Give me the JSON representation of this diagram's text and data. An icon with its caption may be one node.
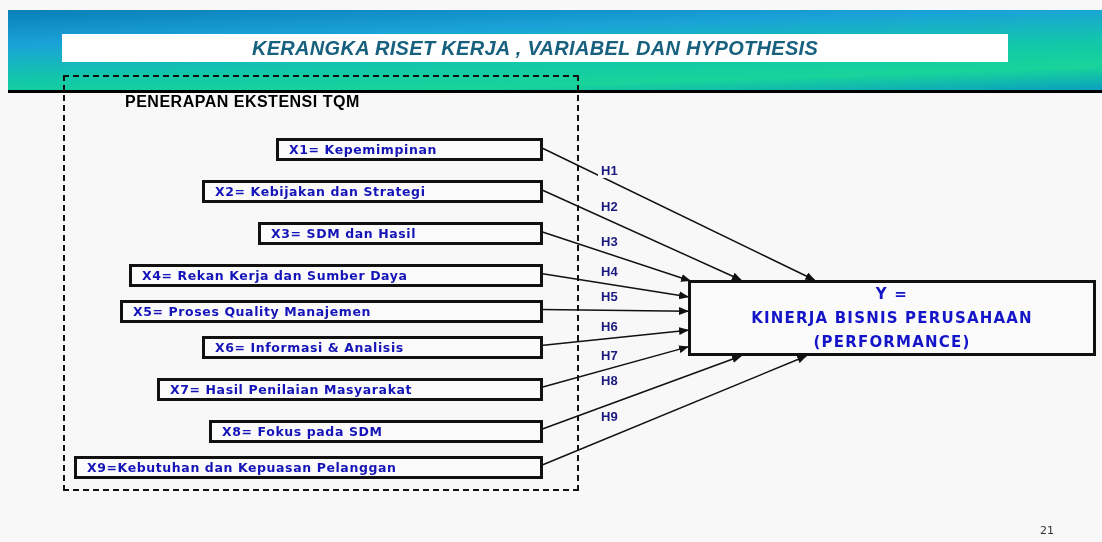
{
  "diagram": {
    "title": "KERANGKA RISET KERJA , VARIABEL DAN HYPOTHESIS",
    "nodes": [
      {
        "text": [
          "PENERAPAN EKSTENSI TQM"
        ]
      },
      {
        "text": [
          "X1= Kepemimpinan"
        ],
        "in": 0
      },
      {
        "text": [
          "X2= Kebijakan dan Strategi"
        ],
        "in": 0
      },
      {
        "text": [
          "X3= SDM dan Hasil"
        ],
        "in": 0
      },
      {
        "text": [
          "X4= Rekan Kerja dan Sumber Daya"
        ],
        "in": 0
      },
      {
        "text": [
          "X5= Proses Quality Manajemen"
        ],
        "in": 0
      },
      {
        "text": [
          "X6= Informasi & Analisis"
        ],
        "in": 0
      },
      {
        "text": [
          "X7= Hasil Penilaian Masyarakat"
        ],
        "in": 0
      },
      {
        "text": [
          "X8= Fokus pada SDM"
        ],
        "in": 0
      },
      {
        "text": [
          "X9=Kebutuhan dan Kepuasan Pelanggan"
        ],
        "in": 0
      },
      {
        "text": [
          "Y =",
          "KINERJA BISNIS PERUSAHAAN (PERFORMANCE)"
        ]
      }
    ],
    "edges": [
      {
        "from": 1,
        "to": 10,
        "arrow": "to",
        "label": "H1"
      },
      {
        "from": 2,
        "to": 10,
        "arrow": "to",
        "label": "H2"
      },
      {
        "from": 3,
        "to": 10,
        "arrow": "to",
        "label": "H3"
      },
      {
        "from": 4,
        "to": 10,
        "arrow": "to",
        "label": "H4"
      },
      {
        "from": 5,
        "to": 10,
        "arrow": "to",
        "label": "H5"
      },
      {
        "from": 6,
        "to": 10,
        "arrow": "to",
        "label": "H6"
      },
      {
        "from": 7,
        "to": 10,
        "arrow": "to",
        "label": "H7"
      },
      {
        "from": 8,
        "to": 10,
        "arrow": "to",
        "label": "H8"
      },
      {
        "from": 9,
        "to": 10,
        "arrow": "to",
        "label": "H9"
      }
    ],
    "labels": [
      "21"
    ]
  }
}
